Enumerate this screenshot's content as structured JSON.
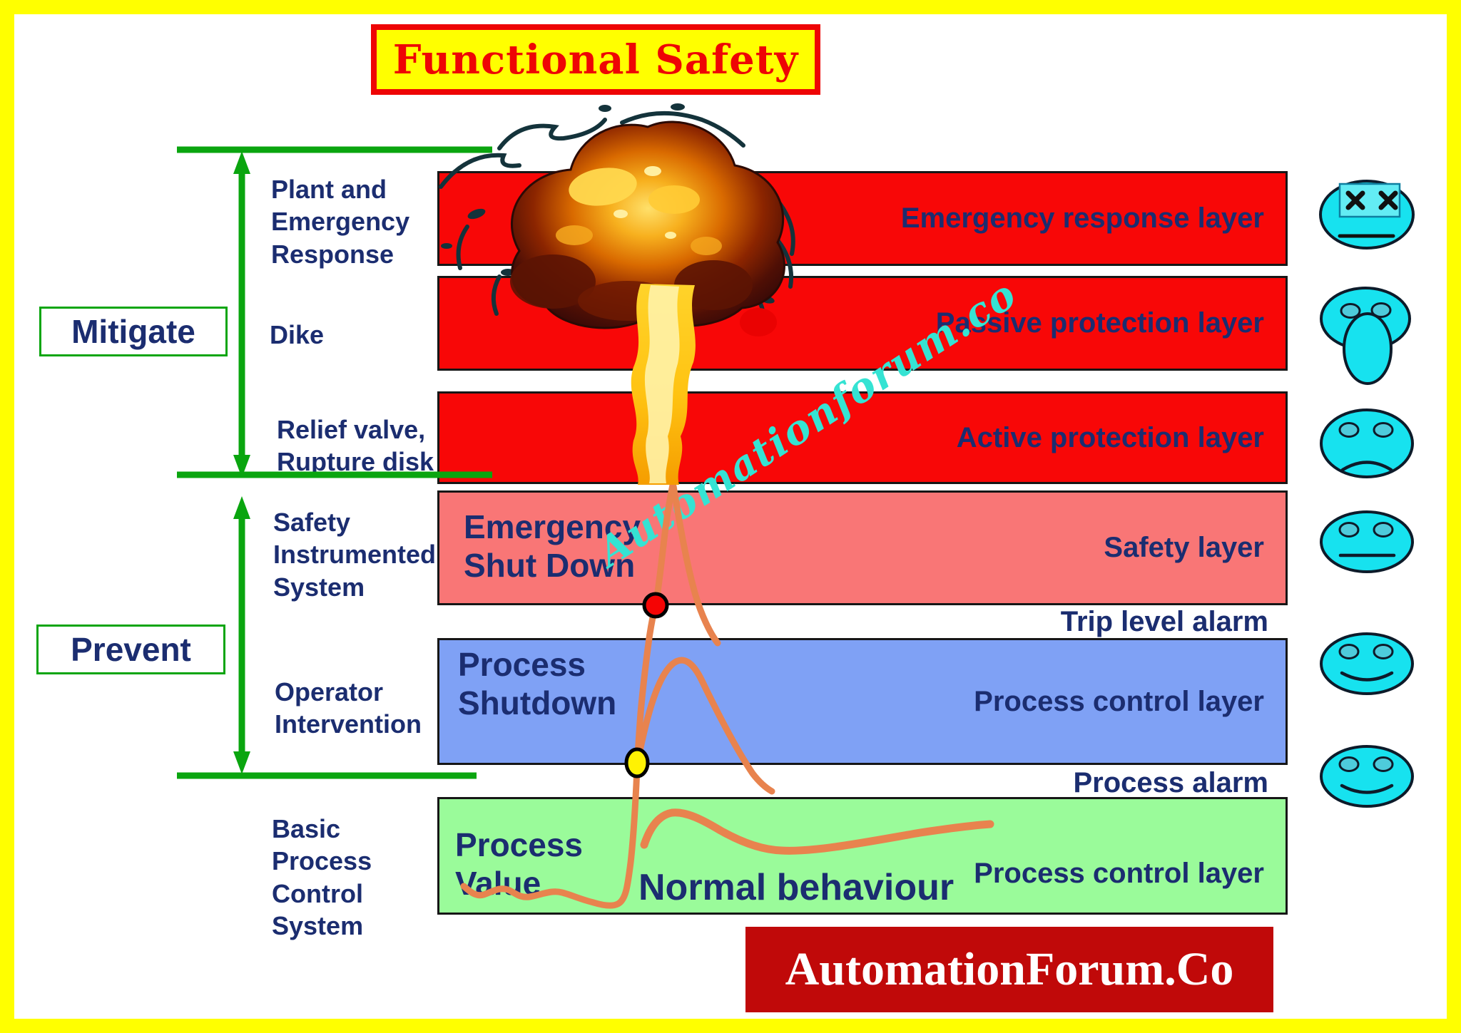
{
  "title": {
    "label": "Functional Safety"
  },
  "watermark": {
    "label": "Automationforum.co"
  },
  "logo": {
    "label": "AutomationForum.Co"
  },
  "brackets": {
    "mitigate_label": "Mitigate",
    "prevent_label": "Prevent"
  },
  "left_labels": {
    "plant_emergency_response": "Plant and\nEmergency\nResponse",
    "dike": "Dike",
    "relief_valve_rupture_disk": "Relief valve,\nRupture disk",
    "safety_instrumented_system": "Safety\nInstrumented\nSystem",
    "operator_intervention": "Operator\nIntervention",
    "basic_process_control_system": "Basic\nProcess\nControl\nSystem"
  },
  "layers": [
    {
      "label": "Emergency response layer",
      "color": "#f80707",
      "face": "dead-face"
    },
    {
      "label": "Passive protection layer",
      "color": "#f80707",
      "face": "screaming-face"
    },
    {
      "label": "Active protection layer",
      "color": "#f80707",
      "face": "sad-face"
    },
    {
      "label": "Safety layer",
      "inner_label": "Emergency\nShut Down",
      "color": "#f97676",
      "face": "neutral-face"
    },
    {
      "label": "Process control layer",
      "inner_label": "Process\nShutdown",
      "color": "#7fa1f5",
      "face": "smiling-face"
    },
    {
      "label": "Process control layer",
      "inner_label": "Process\nValue",
      "color": "#9afb9a",
      "face": "smiling-face"
    }
  ],
  "alarm_labels": {
    "trip_level_alarm": "Trip level alarm",
    "process_alarm": "Process alarm"
  },
  "annotations": {
    "normal_behaviour": "Normal behaviour"
  },
  "colors": {
    "frame_yellow": "#ffff00",
    "title_red": "#ee0505",
    "navy_text": "#1b2d70",
    "green_accent": "#0aa50f",
    "red_layer": "#f80707",
    "safety_layer": "#f97676",
    "blue_layer": "#7fa1f5",
    "green_layer": "#9afb9a",
    "face_cyan": "#17e2ef",
    "curve_orange": "#e8834e",
    "trip_dot_red": "#f50404",
    "alarm_dot_yellow": "#fff203",
    "logo_red": "#c00909",
    "watermark_cyan": "#35e3d3"
  }
}
